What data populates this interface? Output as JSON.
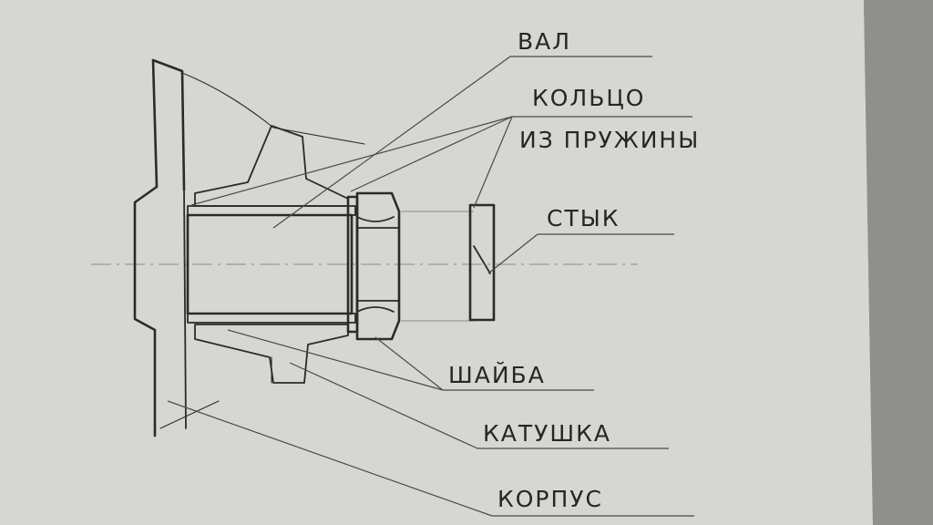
{
  "labels": {
    "val": "ВАЛ",
    "koltso_line1": "КОЛЬЦО",
    "koltso_line2": "ИЗ ПРУЖИНЫ",
    "styk": "СТЫК",
    "shaiba": "ШАЙБА",
    "katushka": "КАТУШКА",
    "korpus": "КОРПУС"
  }
}
